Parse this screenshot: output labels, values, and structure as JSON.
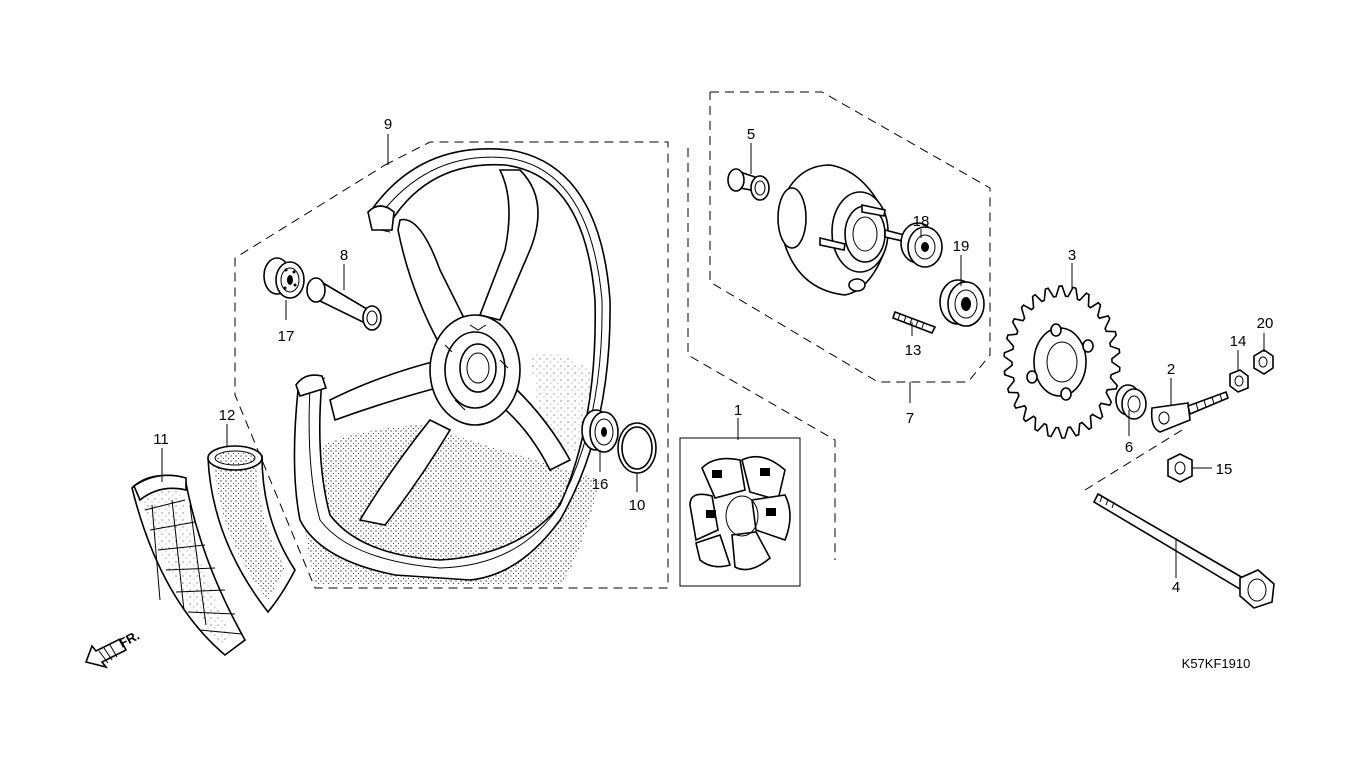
{
  "callouts": {
    "c1": "1",
    "c2": "2",
    "c3": "3",
    "c4": "4",
    "c5": "5",
    "c6": "6",
    "c7": "7",
    "c8": "8",
    "c9": "9",
    "c10": "10",
    "c11": "11",
    "c12": "12",
    "c13": "13",
    "c14": "14",
    "c15": "15",
    "c16": "16",
    "c17": "17",
    "c18": "18",
    "c19": "19",
    "c20": "20"
  },
  "direction_label": "FR.",
  "diagram_code": "K57KF1910"
}
